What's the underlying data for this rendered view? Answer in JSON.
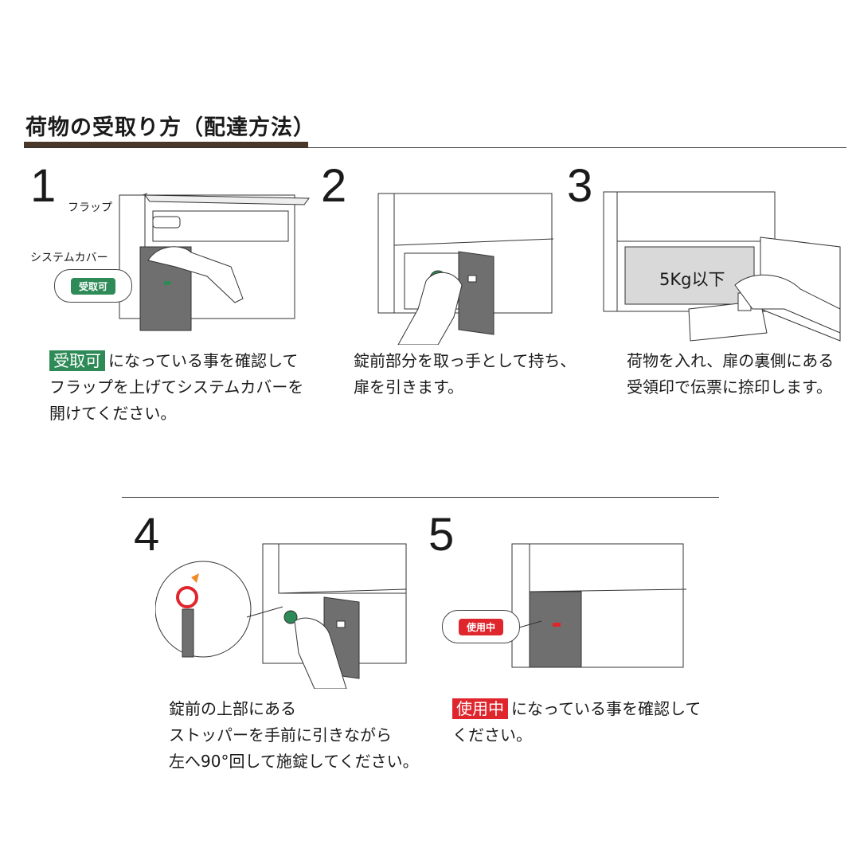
{
  "title": "荷物の受取り方（配達方法）",
  "steps": [
    {
      "number": "1",
      "tag": "受取可",
      "lines": [
        "になっている事を確認して",
        "フラップを上げてシステムカバーを",
        "開けてください。"
      ],
      "labels": {
        "flap": "フラップ",
        "system_cover": "システムカバー",
        "badge": "受取可"
      }
    },
    {
      "number": "2",
      "lines": [
        "錠前部分を取っ手として持ち、",
        "扉を引きます。"
      ]
    },
    {
      "number": "3",
      "lines": [
        "荷物を入れ、扉の裏側にある",
        "受領印で伝票に捺印します。"
      ],
      "labels": {
        "weight": "5Kg以下"
      }
    },
    {
      "number": "4",
      "lines": [
        "錠前の上部にある",
        "ストッパーを手前に引きながら",
        "左へ90°回して施錠してください。"
      ]
    },
    {
      "number": "5",
      "tag": "使用中",
      "lines": [
        "になっている事を確認して",
        "ください。"
      ],
      "labels": {
        "badge": "使用中"
      }
    }
  ],
  "colors": {
    "accent_bar": "#4a3728",
    "receivable_green": "#2e8b57",
    "in_use_red": "#e0262d"
  }
}
